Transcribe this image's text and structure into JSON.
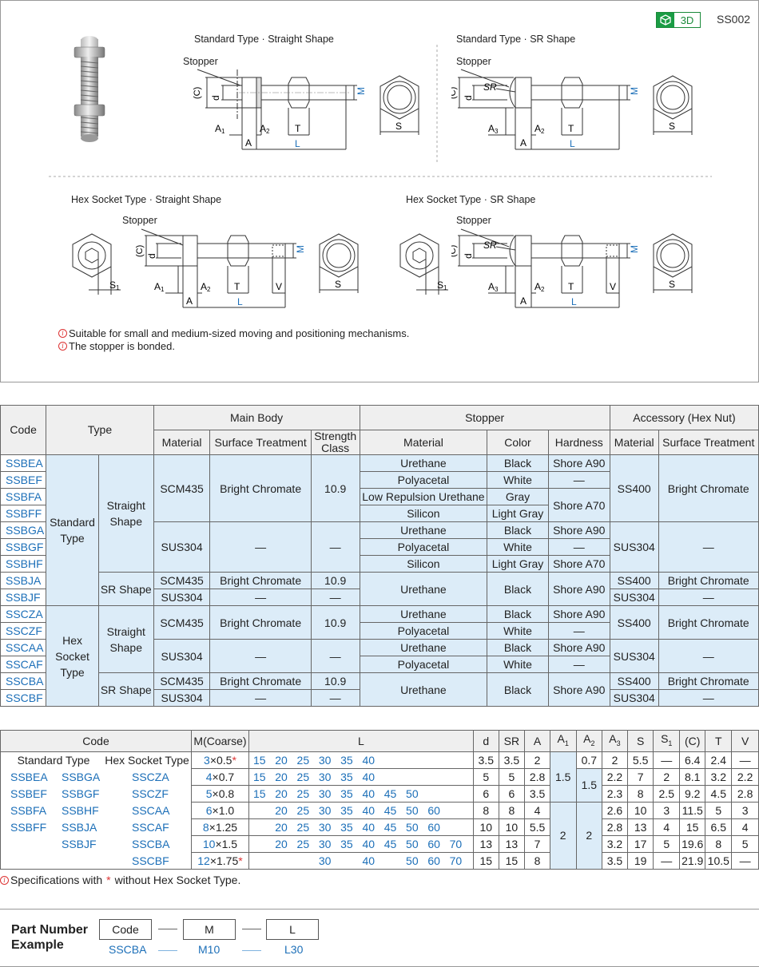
{
  "header": {
    "badge_3d": "3D",
    "series_code": "SS002",
    "colors": {
      "badge_green": "#1a9c44",
      "code_blue": "#1c6fb8",
      "cell_blue": "#dcecf8",
      "note_red": "#dd3333"
    }
  },
  "drawings": {
    "std_straight": {
      "title": "Standard Type · Straight Shape"
    },
    "std_sr": {
      "title": "Standard Type · SR Shape"
    },
    "hex_straight": {
      "title": "Hex Socket Type · Straight Shape"
    },
    "hex_sr": {
      "title": "Hex Socket Type · SR Shape"
    },
    "labels": {
      "stopper": "Stopper",
      "c": "(C)",
      "d": "d",
      "m": "M",
      "s": "S",
      "s1": "S1",
      "a": "A",
      "a1": "A1",
      "a2": "A2",
      "a3": "A3",
      "t": "T",
      "l": "L",
      "v": "V",
      "sr": "SR"
    }
  },
  "notes": [
    "Suitable for small and medium-sized moving and positioning mechanisms.",
    "The stopper is bonded."
  ],
  "spec_table": {
    "headers": {
      "code": "Code",
      "type": "Type",
      "main_body": "Main Body",
      "stopper": "Stopper",
      "accessory": "Accessory (Hex Nut)",
      "material": "Material",
      "surface": "Surface Treatment",
      "strength": "Strength Class",
      "color": "Color",
      "hardness": "Hardness"
    },
    "codes": [
      "SSBEA",
      "SSBEF",
      "SSBFA",
      "SSBFF",
      "SSBGA",
      "SSBGF",
      "SSBHF",
      "SSBJA",
      "SSBJF",
      "SSCZA",
      "SSCZF",
      "SSCAA",
      "SSCAF",
      "SSCBA",
      "SSCBF"
    ],
    "types": {
      "standard": "Standard Type",
      "hex": "Hex Socket Type",
      "straight": "Straight Shape",
      "sr": "SR Shape"
    },
    "values": {
      "scm435": "SCM435",
      "sus304": "SUS304",
      "ss400": "SS400",
      "bright": "Bright Chromate",
      "dash": "—",
      "c109": "10.9",
      "urethane": "Urethane",
      "polyacetal": "Polyacetal",
      "low_rep": "Low Repulsion Urethane",
      "silicon": "Silicon",
      "black": "Black",
      "white": "White",
      "gray": "Gray",
      "light_gray": "Light Gray",
      "a90": "Shore A90",
      "a70": "Shore A70"
    }
  },
  "dim_table": {
    "headers": {
      "code": "Code",
      "std": "Standard Type",
      "hex": "Hex Socket Type",
      "m": "M(Coarse)",
      "l": "L",
      "d": "d",
      "sr": "SR",
      "a": "A",
      "a1": "A1",
      "a2": "A2",
      "a3": "A3",
      "s": "S",
      "s1": "S1",
      "c": "(C)",
      "t": "T",
      "v": "V"
    },
    "std_codes_a": [
      "SSBEA",
      "SSBEF",
      "SSBFA",
      "SSBFF"
    ],
    "std_codes_b": [
      "SSBGA",
      "SSBGF",
      "SSBHF",
      "SSBJA",
      "SSBJF"
    ],
    "hex_codes": [
      "SSCZA",
      "SSCZF",
      "SSCAA",
      "SSCAF",
      "SSCBA",
      "SSCBF"
    ],
    "rows": [
      {
        "m": "3",
        "pitch": "×0.5",
        "star": "*",
        "l": [
          "15",
          "20",
          "25",
          "30",
          "35",
          "40",
          "",
          "",
          "",
          ""
        ],
        "d": "3.5",
        "sr": "3.5",
        "a": "2",
        "a3": "2",
        "s": "5.5",
        "s1": "—",
        "c": "6.4",
        "t": "2.4",
        "v": "—"
      },
      {
        "m": "4",
        "pitch": "×0.7",
        "star": "",
        "l": [
          "15",
          "20",
          "25",
          "30",
          "35",
          "40",
          "",
          "",
          "",
          ""
        ],
        "d": "5",
        "sr": "5",
        "a": "2.8",
        "a3": "2.2",
        "s": "7",
        "s1": "2",
        "c": "8.1",
        "t": "3.2",
        "v": "2.2"
      },
      {
        "m": "5",
        "pitch": "×0.8",
        "star": "",
        "l": [
          "15",
          "20",
          "25",
          "30",
          "35",
          "40",
          "45",
          "50",
          "",
          ""
        ],
        "d": "6",
        "sr": "6",
        "a": "3.5",
        "a3": "2.3",
        "s": "8",
        "s1": "2.5",
        "c": "9.2",
        "t": "4.5",
        "v": "2.8"
      },
      {
        "m": "6",
        "pitch": "×1.0",
        "star": "",
        "l": [
          "",
          "20",
          "25",
          "30",
          "35",
          "40",
          "45",
          "50",
          "60",
          ""
        ],
        "d": "8",
        "sr": "8",
        "a": "4",
        "a3": "2.6",
        "s": "10",
        "s1": "3",
        "c": "11.5",
        "t": "5",
        "v": "3"
      },
      {
        "m": "8",
        "pitch": "×1.25",
        "star": "",
        "l": [
          "",
          "20",
          "25",
          "30",
          "35",
          "40",
          "45",
          "50",
          "60",
          ""
        ],
        "d": "10",
        "sr": "10",
        "a": "5.5",
        "a3": "2.8",
        "s": "13",
        "s1": "4",
        "c": "15",
        "t": "6.5",
        "v": "4"
      },
      {
        "m": "10",
        "pitch": "×1.5",
        "star": "",
        "l": [
          "",
          "20",
          "25",
          "30",
          "35",
          "40",
          "45",
          "50",
          "60",
          "70"
        ],
        "d": "13",
        "sr": "13",
        "a": "7",
        "a3": "3.2",
        "s": "17",
        "s1": "5",
        "c": "19.6",
        "t": "8",
        "v": "5"
      },
      {
        "m": "12",
        "pitch": "×1.75",
        "star": "*",
        "l": [
          "",
          "",
          "",
          "30",
          "",
          "40",
          "",
          "50",
          "60",
          "70"
        ],
        "d": "15",
        "sr": "15",
        "a": "8",
        "a3": "3.5",
        "s": "19",
        "s1": "—",
        "c": "21.9",
        "t": "10.5",
        "v": "—"
      }
    ],
    "a1_vals": [
      "1.5",
      "2"
    ],
    "a2_vals": [
      "0.7",
      "1.5",
      "2"
    ]
  },
  "spec_note": {
    "prefix": "Specifications with ",
    "star": "*",
    "suffix": " without Hex Socket Type."
  },
  "part_number": {
    "title_1": "Part Number",
    "title_2": "Example",
    "fields": [
      "Code",
      "M",
      "L"
    ],
    "examples": [
      "SSCBA",
      "M10",
      "L30"
    ]
  }
}
